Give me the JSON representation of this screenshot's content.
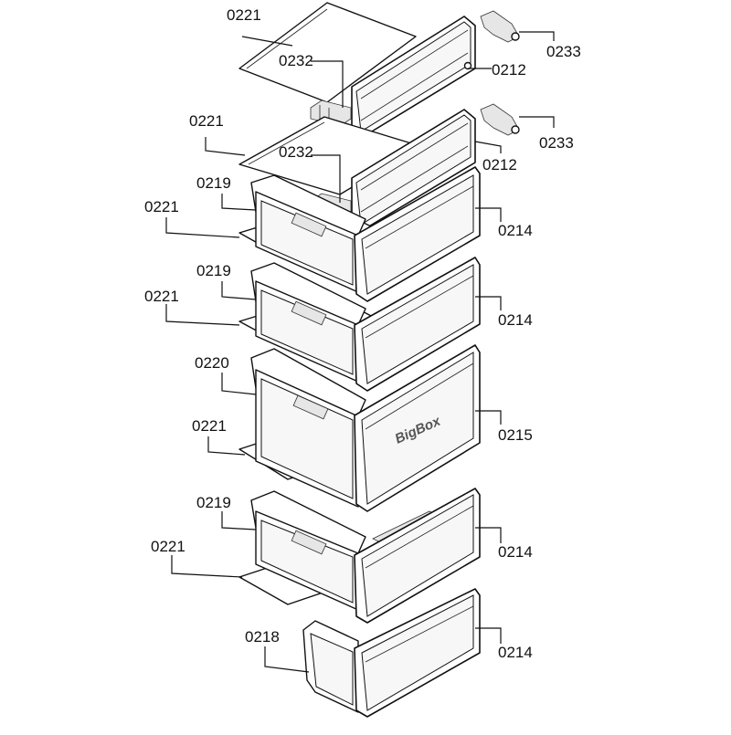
{
  "brand_text": "BigBox",
  "labels": {
    "shelf_top": "0221",
    "clip_top": "0232",
    "hinge_top": "0233",
    "front_top": "0212",
    "shelf_2": "0221",
    "clip_2": "0232",
    "hinge_2": "0233",
    "front_2": "0212",
    "drawer_1": "0219",
    "drawer_front_1": "0214",
    "cover_1": "0221",
    "drawer_2": "0219",
    "cover_2": "0221",
    "drawer_front_2": "0214",
    "drawer_big": "0220",
    "drawer_front_big": "0215",
    "cover_3": "0221",
    "drawer_3": "0219",
    "drawer_front_3": "0214",
    "cover_4": "0221",
    "drawer_bottom": "0218",
    "drawer_front_bottom": "0214"
  }
}
